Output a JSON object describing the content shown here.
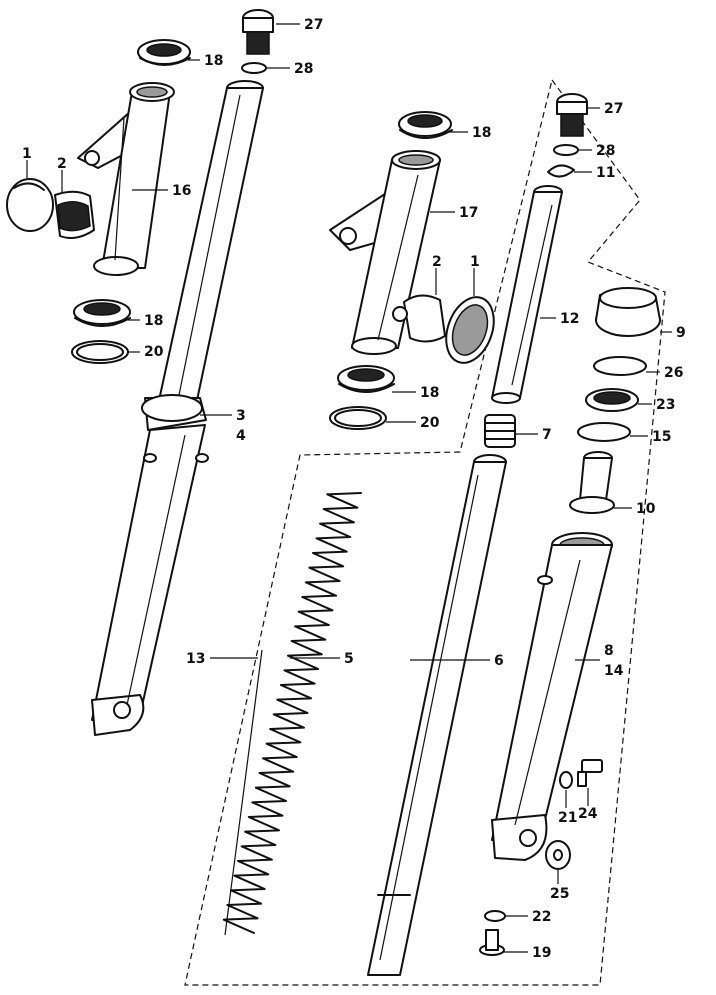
{
  "callouts": {
    "c1a": "1",
    "c2a": "2",
    "c16": "16",
    "c18a": "18",
    "c20a": "20",
    "c27a": "27",
    "c28a": "28",
    "c18b": "18",
    "c3": "3",
    "c4": "4",
    "c13": "13",
    "c5": "5",
    "c18c": "18",
    "c17": "17",
    "c2b": "2",
    "c1b": "1",
    "c18d": "18",
    "c20b": "20",
    "c27b": "27",
    "c28b": "28",
    "c11": "11",
    "c12": "12",
    "c7": "7",
    "c6": "6",
    "c9": "9",
    "c26": "26",
    "c23": "23",
    "c15": "15",
    "c10": "10",
    "c8": "8",
    "c14": "14",
    "c21": "21",
    "c24": "24",
    "c25": "25",
    "c22": "22",
    "c19": "19"
  }
}
